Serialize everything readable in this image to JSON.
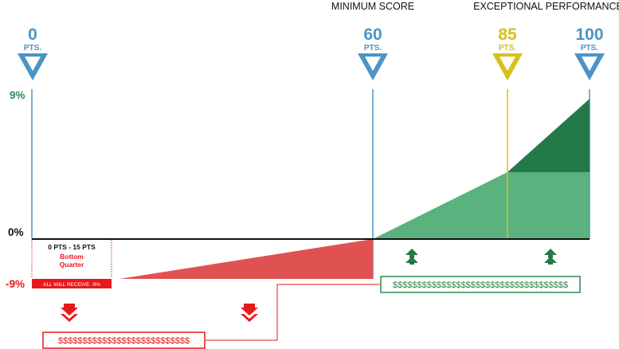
{
  "headers": {
    "minimum": "MINIMUM SCORE",
    "exceptional": "EXCEPTIONAL PERFORMANCE"
  },
  "markers": [
    {
      "value": "0",
      "unit": "PTS.",
      "color": "#4a95c5"
    },
    {
      "value": "60",
      "unit": "PTS.",
      "color": "#4a95c5"
    },
    {
      "value": "85",
      "unit": "PTS.",
      "color": "#d8c01a"
    },
    {
      "value": "100",
      "unit": "PTS.",
      "color": "#4a95c5"
    }
  ],
  "y_labels": {
    "top": "9%",
    "zero": "0%",
    "bottom": "-9%"
  },
  "bottom_quarter": {
    "range": "0 PTS - 15 PTS",
    "line1": "Bottom",
    "line2": "Quarter",
    "bar": "ALL WILL RECEIVE -9%"
  },
  "money": {
    "negative": "$$$$$$$$$$$$$$$$$$$$$$$$$$$",
    "positive": "$$$$$$$$$$$$$$$$$$$$$$$$$$$$$$$$$$$$"
  },
  "colors": {
    "blue": "#4a95c5",
    "yellow": "#d8c01a",
    "green_light": "#5ab27e",
    "green_dark": "#237a48",
    "red": "#e05252",
    "red_bright": "#e8181c",
    "text_green": "#2e8b50"
  }
}
